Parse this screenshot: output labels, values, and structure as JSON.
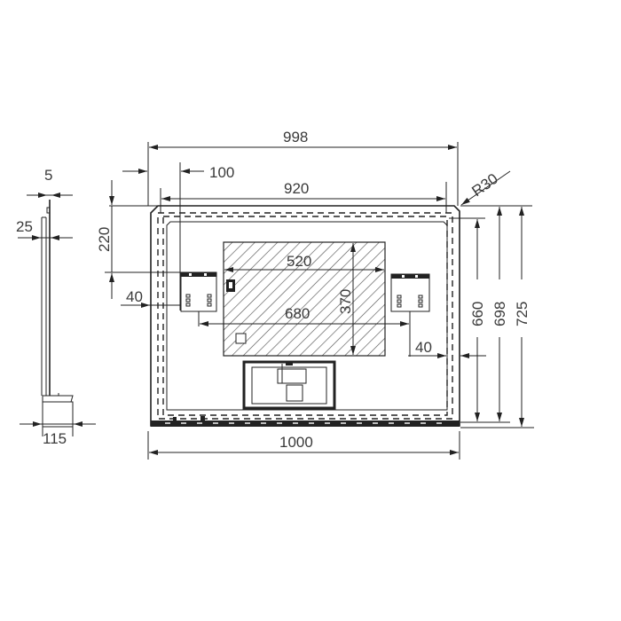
{
  "drawing": {
    "type": "technical-drawing",
    "subject": "Illuminated mirror with side view, front view dimensions",
    "side_view": {
      "dimensions": {
        "top_thickness": "5",
        "frame_depth": "25",
        "base_depth": "115"
      }
    },
    "front_view": {
      "dimensions": {
        "width_outer": "1000",
        "width_mirror": "998",
        "width_inner": "920",
        "offset_left": "100",
        "corner_radius": "R30",
        "height_outer": "725",
        "height_mirror": "698",
        "height_inner": "660",
        "defog_offset_top": "220",
        "side_offset_left": "40",
        "side_offset_right": "40",
        "defog_width": "520",
        "socket_spacing": "680",
        "defog_height": "370"
      }
    },
    "colors": {
      "line": "#222222",
      "text": "#3a3a3a",
      "background": "#ffffff",
      "hatch": "#555555"
    }
  }
}
